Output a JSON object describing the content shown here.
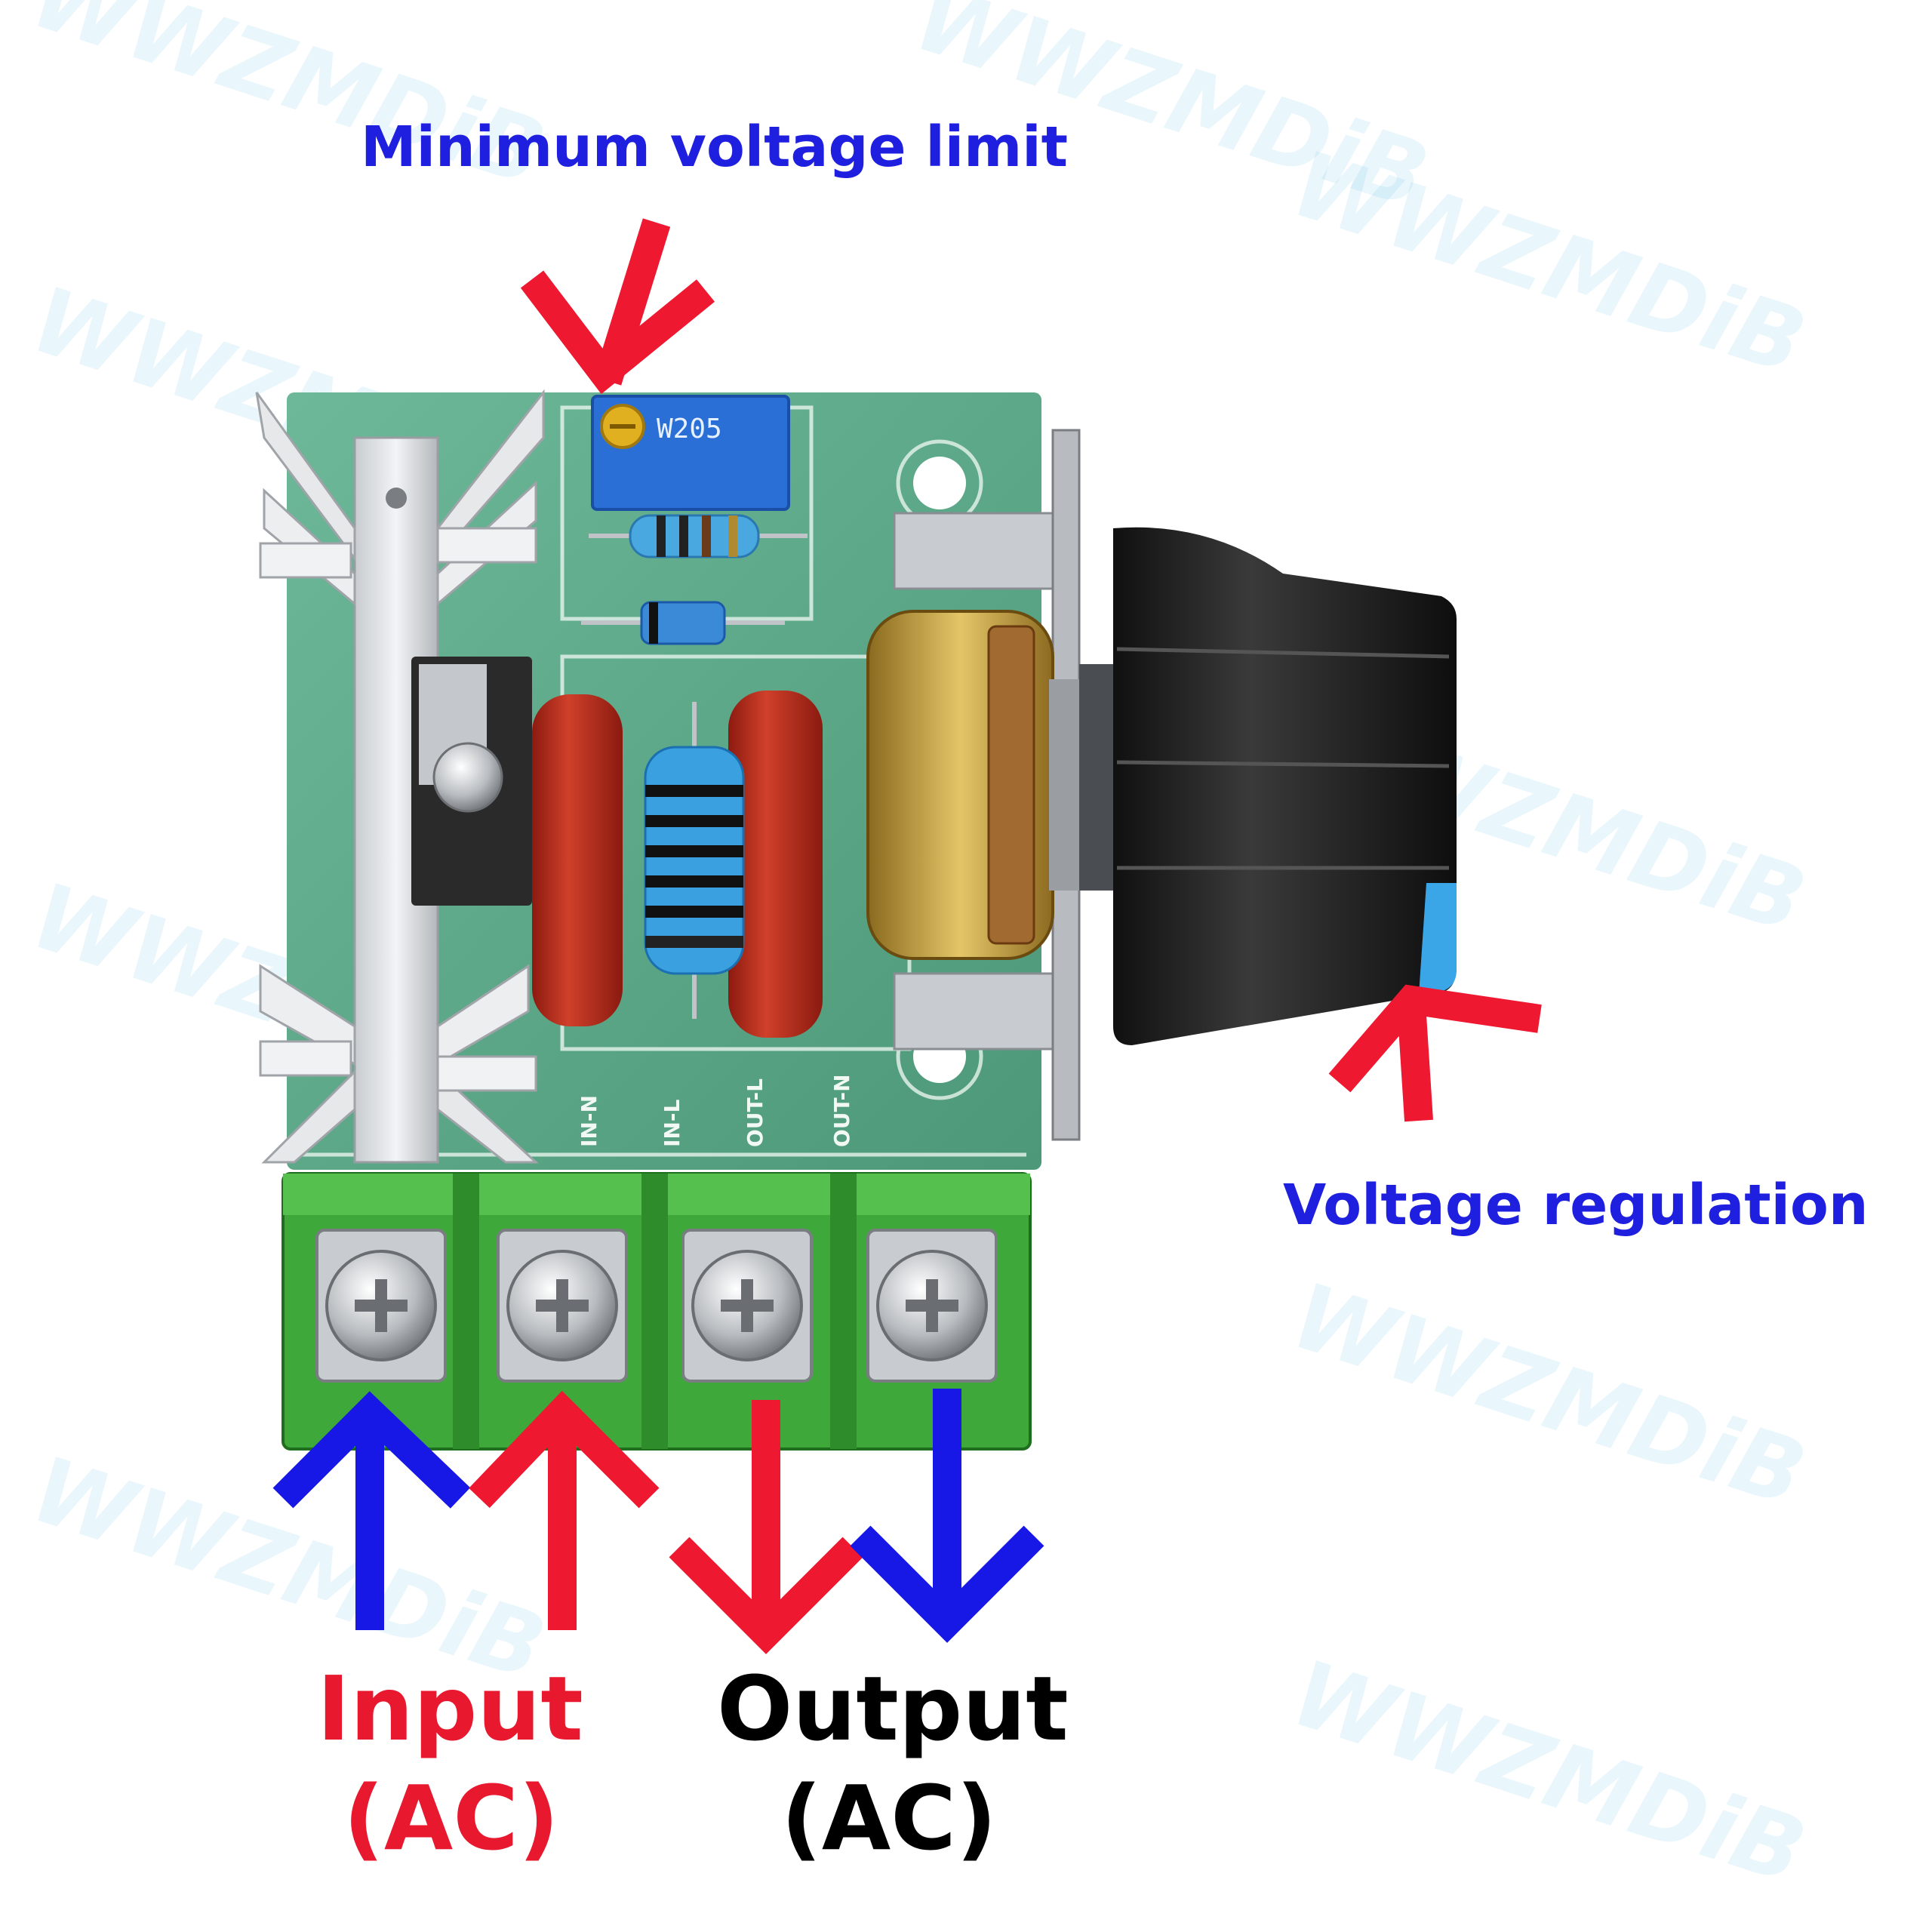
{
  "labels": {
    "min_voltage": "Minimum voltage limit",
    "voltage_regulation": "Voltage regulation",
    "input_line1": "Input",
    "input_line2": "(AC)",
    "output_line1": "Output",
    "output_line2": "(AC)"
  },
  "pcb_text": {
    "trimmer_code": "W205",
    "terminal_1": "IN-N",
    "terminal_2": "IN-L",
    "terminal_3": "OUT-L",
    "terminal_4": "OUT-N"
  },
  "watermark": "WWZMDiB",
  "colors": {
    "label_blue": "#1f1fe0",
    "label_red": "#e8182e",
    "label_black": "#000000",
    "arrow_red": "#ee1830",
    "arrow_blue": "#1818e6",
    "pcb_green": "#5aa886",
    "terminal_green": "#3ea83a",
    "capacitor_red": "#b8271a",
    "knob_black": "#1a1a1a",
    "knob_blue": "#3aa6e8",
    "trimmer_blue": "#2a6fd6"
  }
}
